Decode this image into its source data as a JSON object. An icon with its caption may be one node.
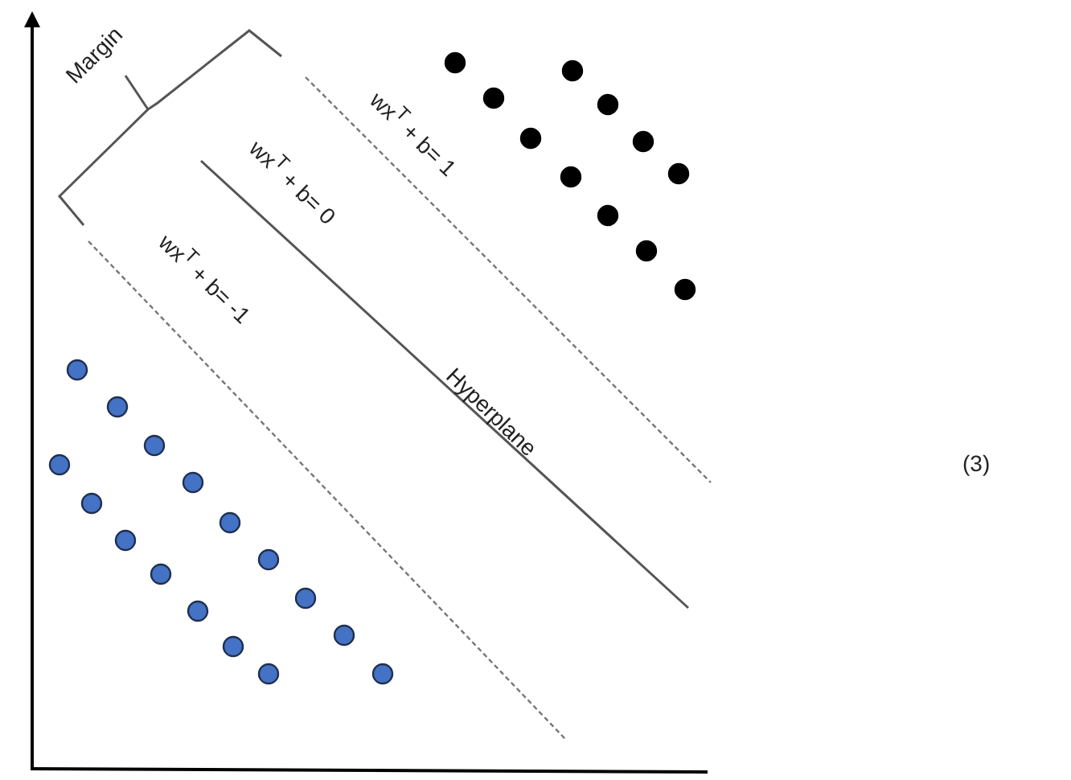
{
  "diagram": {
    "labels": [
      "Margin",
      "wx$^{T}$ + b= 1",
      "wx$^{T}$ + b= 0",
      "wx$^{T}$ + b= -1",
      "Hyperplane",
      "(3)"
    ]
  }
}
